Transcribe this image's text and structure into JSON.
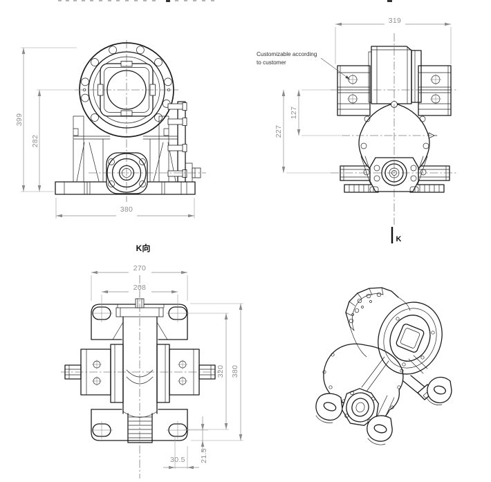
{
  "colors": {
    "background": "#ffffff",
    "line": "#1b1b1b",
    "dimension": "#8a8a8a",
    "annotation": "#2f2f2f"
  },
  "front_view": {
    "dim_total_height": "399",
    "dim_center_height": "282",
    "dim_base_width": "380"
  },
  "side_view": {
    "dim_coupling_width": "319",
    "dim_upper_offset": "127",
    "dim_lower_offset": "227",
    "annotation_line1": "Customizable according",
    "annotation_line2": "to customer",
    "view_direction_marker": "K"
  },
  "top_view": {
    "view_label": "K向",
    "dim_bracket_width": "270",
    "dim_slot_spacing": "208",
    "dim_slot_span": "320",
    "dim_overall_length": "380",
    "dim_slot_edge_offset": "30.5",
    "dim_bottom_edge_offset": "21.5"
  }
}
